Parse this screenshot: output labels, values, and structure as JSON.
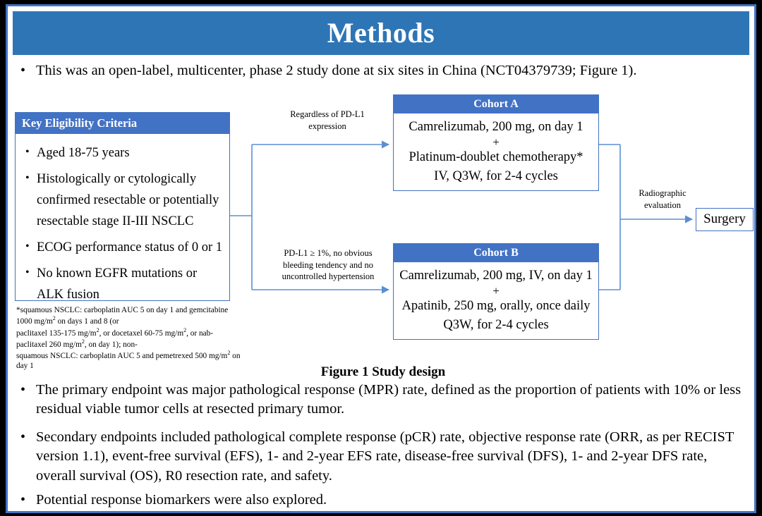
{
  "slide": {
    "title": "Methods",
    "intro_bullet": "This was an open-label, multicenter, phase 2 study done at six sites in China (NCT04379739; Figure 1).",
    "figure_caption": "Figure 1 Study design"
  },
  "figure": {
    "eligibility": {
      "header": "Key  Eligibility Criteria",
      "items": [
        "Aged 18-75 years",
        "Histologically or cytologically confirmed resectable or potentially resectable stage II-III  NSCLC",
        "ECOG performance status of 0 or 1",
        "No known EGFR mutations or ALK fusion"
      ]
    },
    "footnote_lines": [
      "*squamous NSCLC: carboplatin AUC 5 on day 1 and gemcitabine 1000 mg/m2 on days 1 and 8 (or",
      "paclitaxel 135-175 mg/m2, or docetaxel 60-75 mg/m2, or nab-paclitaxel 260 mg/m2, on day 1); non-",
      "squamous NSCLC: carboplatin AUC 5 and pemetrexed 500 mg/m2 on day 1"
    ],
    "cohort_a": {
      "header": "Cohort A",
      "lines": [
        "Camrelizumab, 200 mg, on day 1",
        "+",
        "Platinum-doublet chemotherapy*",
        "IV, Q3W, for 2-4 cycles"
      ]
    },
    "cohort_b": {
      "header": "Cohort B",
      "lines": [
        "Camrelizumab, 200 mg, IV, on day 1",
        "+",
        "Apatinib, 250 mg, orally, once daily",
        "Q3W, for 2-4 cycles"
      ]
    },
    "surgery": {
      "label": "Surgery"
    },
    "connector_labels": {
      "top": [
        "Regardless of PD-L1",
        "expression"
      ],
      "bottom": [
        "PD-L1 ≥ 1%, no obvious",
        "bleeding tendency and no",
        "uncontrolled hypertension"
      ],
      "right": [
        "Radiographic",
        "evaluation"
      ]
    }
  },
  "endpoints": {
    "primary": "The primary endpoint was major pathological response (MPR) rate, defined as the proportion of patients with 10% or less residual viable tumor cells at resected primary tumor.",
    "secondary": "Secondary endpoints included pathological complete response (pCR) rate, objective response rate (ORR, as per RECIST version 1.1), event-free survival (EFS), 1- and 2-year EFS rate, disease-free survival (DFS), 1- and 2-year DFS rate, overall survival (OS), R0 resection rate, and safety.",
    "biomarker": "Potential response biomarkers were also explored."
  },
  "bullet_glyph": "•",
  "colors": {
    "title_banner": "#2E75B6",
    "box_header": "#4272C4",
    "connector": "#5B8FD4",
    "slide_border": "#4272C4"
  }
}
